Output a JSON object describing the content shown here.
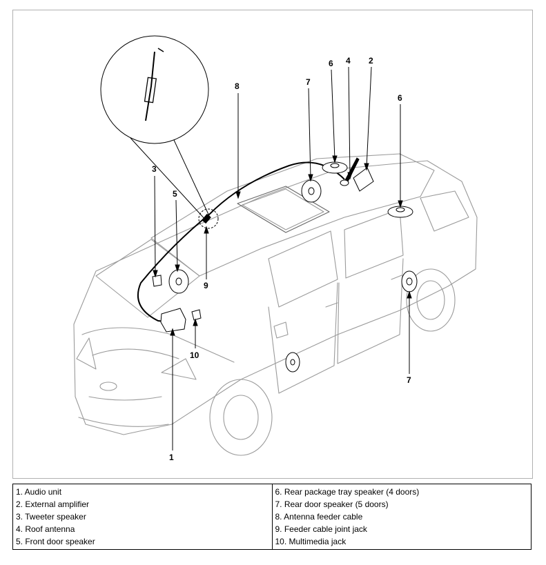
{
  "callouts": {
    "c1": "1",
    "c2": "2",
    "c3": "3",
    "c4": "4",
    "c5": "5",
    "c6a": "6",
    "c6b": "6",
    "c7a": "7",
    "c7b": "7",
    "c8": "8",
    "c9": "9",
    "c10": "10"
  },
  "legend": {
    "left": [
      "1. Audio unit",
      "2. External amplifier",
      "3. Tweeter speaker",
      "4. Roof antenna",
      "5. Front door speaker"
    ],
    "right": [
      "6. Rear package tray speaker (4 doors)",
      "7. Rear door speaker (5 doors)",
      "8. Antenna feeder cable",
      "9. Feeder cable joint jack",
      "10. Multimedia jack"
    ]
  }
}
